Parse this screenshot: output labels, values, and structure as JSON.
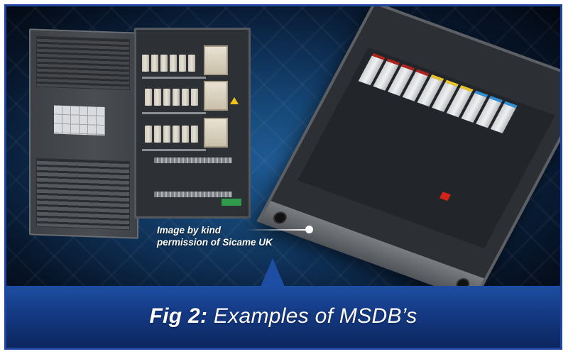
{
  "figure": {
    "label": "Fig 2:",
    "description": " Examples of MSDB’s"
  },
  "callout": {
    "line1": "Image by kind",
    "line2": "permission of Sicame UK"
  },
  "images": {
    "left": "open-wall-mounted-msdb-cabinet",
    "right": "open-msdb-box-with-fuse-carriers"
  },
  "colors": {
    "frame_border": "#1f45a0",
    "caption_band": "#153b86",
    "background_dark": "#07162b",
    "text": "#ffffff",
    "phase_red": "#b0221c",
    "phase_yellow": "#e8c42a",
    "phase_blue": "#2f8fd6"
  }
}
